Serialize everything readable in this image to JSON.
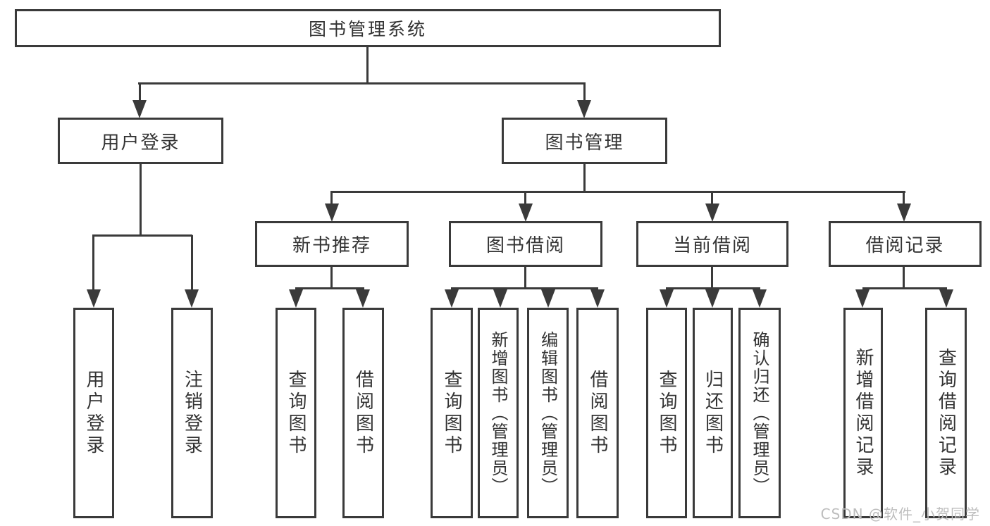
{
  "diagram": {
    "type": "hierarchy-tree",
    "tree": {
      "root": {
        "label": "图书管理系统"
      },
      "branches": [
        {
          "label": "用户登录",
          "children": [
            {
              "label": "用户登录"
            },
            {
              "label": "注销登录"
            }
          ]
        },
        {
          "label": "图书管理",
          "children": [
            {
              "label": "新书推荐",
              "children": [
                {
                  "label": "查询图书"
                },
                {
                  "label": "借阅图书"
                }
              ]
            },
            {
              "label": "图书借阅",
              "children": [
                {
                  "label": "查询图书"
                },
                {
                  "label": "新增图书（管理员）"
                },
                {
                  "label": "编辑图书（管理员）"
                },
                {
                  "label": "借阅图书"
                }
              ]
            },
            {
              "label": "当前借阅",
              "children": [
                {
                  "label": "查询图书"
                },
                {
                  "label": "归还图书"
                },
                {
                  "label": "确认归还（管理员）"
                }
              ]
            },
            {
              "label": "借阅记录",
              "children": [
                {
                  "label": "新增借阅记录"
                },
                {
                  "label": "查询借阅记录"
                }
              ]
            }
          ]
        }
      ]
    },
    "colors": {
      "line": "#3a3a3a",
      "text": "#333333",
      "background": "#ffffff",
      "watermark": "#bdbdbd"
    }
  },
  "watermark": {
    "text": "CSDN @软件_小贺同学"
  }
}
